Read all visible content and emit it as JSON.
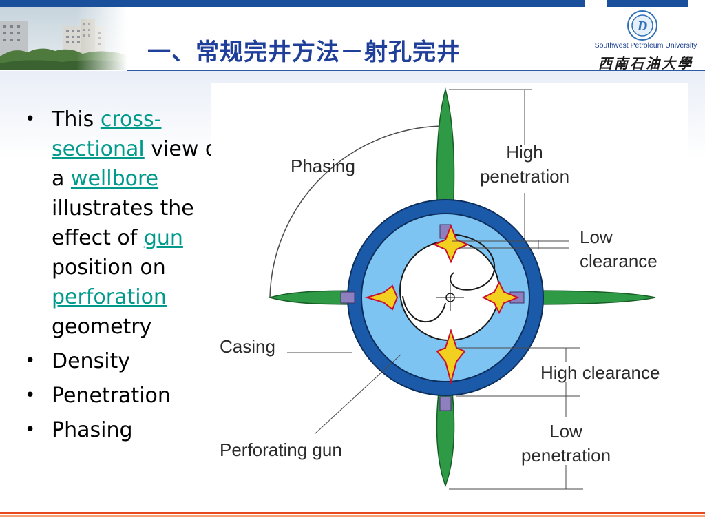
{
  "header": {
    "title": "一、常规完井方法－射孔完井",
    "university_en": "Southwest Petroleum University",
    "university_cn": "西南石油大學",
    "emblem_letter": "D"
  },
  "bullets": {
    "item1": {
      "text_a": "This ",
      "link1": "cross-sectional",
      "text_b": " view of a ",
      "link2": "wellbore",
      "text_c": " illustrates the effect of ",
      "link3": "gun",
      "text_d": " position on ",
      "link4": "perforation",
      "text_e": " geometry"
    },
    "item2": "Density",
    "item3": "Penetration",
    "item4": "Phasing"
  },
  "diagram": {
    "labels": {
      "phasing": "Phasing",
      "high_penetration_1": "High",
      "high_penetration_2": "penetration",
      "low_clearance_1": "Low",
      "low_clearance_2": "clearance",
      "casing": "Casing",
      "high_clearance": "High clearance",
      "low_penetration_1": "Low",
      "low_penetration_2": "penetration",
      "perforating_gun": "Perforating gun"
    }
  },
  "colors": {
    "title": "#1f3f9a",
    "casing_outer": "#1b5aa8",
    "wellbore_fluid": "#7ec4f2",
    "perforation_tunnel": "#2f9a45",
    "charge_fill": "#f2d020",
    "charge_outline": "#c8102e",
    "link": "#009a8c"
  }
}
